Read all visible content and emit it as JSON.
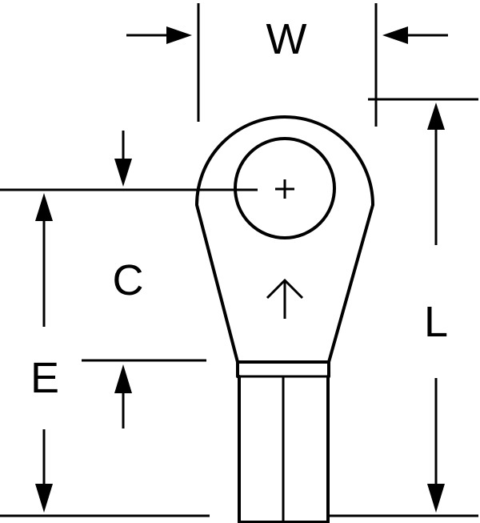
{
  "diagram": {
    "labels": {
      "w": "W",
      "c": "C",
      "e": "E",
      "l": "L"
    },
    "colors": {
      "line": "#000000",
      "background": "#ffffff"
    }
  }
}
